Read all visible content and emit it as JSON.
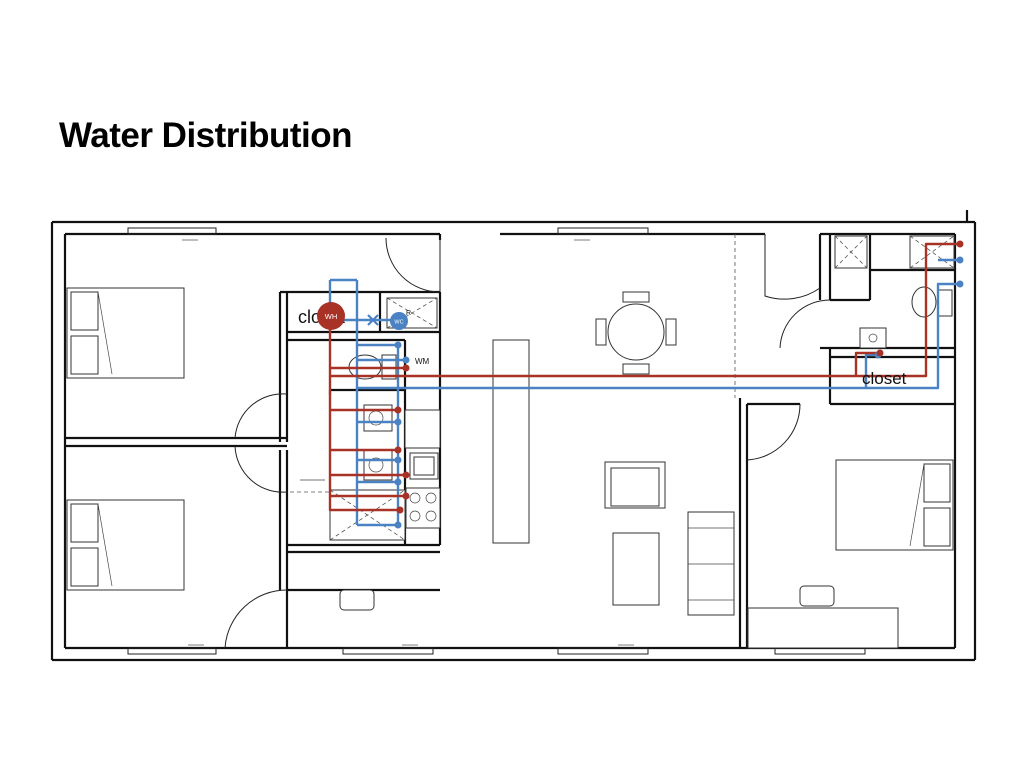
{
  "title": "Water Distribution",
  "labels": {
    "closet_left": "closet",
    "closet_right": "closet",
    "water_heater": "WH",
    "water_closet": "WC",
    "washing_machine": "WM",
    "fridge_mark": "R"
  },
  "colors": {
    "hot_water": "#a83226",
    "cold_water": "#4a82c3",
    "walls": "#111111"
  }
}
